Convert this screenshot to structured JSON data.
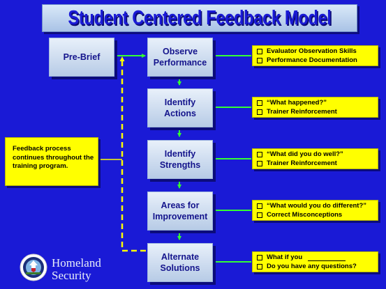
{
  "title": "Student Centered Feedback Model",
  "steps": [
    {
      "label": "Pre-Brief"
    },
    {
      "label": "Observe Performance"
    },
    {
      "label": "Identify Actions"
    },
    {
      "label": "Identify Strengths"
    },
    {
      "label": "Areas for Improvement"
    },
    {
      "label": "Alternate Solutions"
    }
  ],
  "notes": [
    {
      "items": [
        "Evaluator Observation Skills",
        "Performance Documentation"
      ]
    },
    {
      "items": [
        "“What happened?”",
        "Trainer Reinforcement"
      ]
    },
    {
      "items": [
        "“What did you do well?”",
        "Trainer Reinforcement"
      ]
    },
    {
      "items": [
        "“What would you do different?”",
        "Correct Misconceptions"
      ]
    },
    {
      "items": [
        "What if you",
        "Do you have any questions?"
      ]
    }
  ],
  "side_note": "Feedback process continues throughout the training program.",
  "logo": {
    "line1": "Homeland",
    "line2": "Security"
  },
  "colors": {
    "background": "#1a1ad6",
    "connector": "#33ff33",
    "loop": "#ffff00",
    "note": "#ffff00"
  }
}
